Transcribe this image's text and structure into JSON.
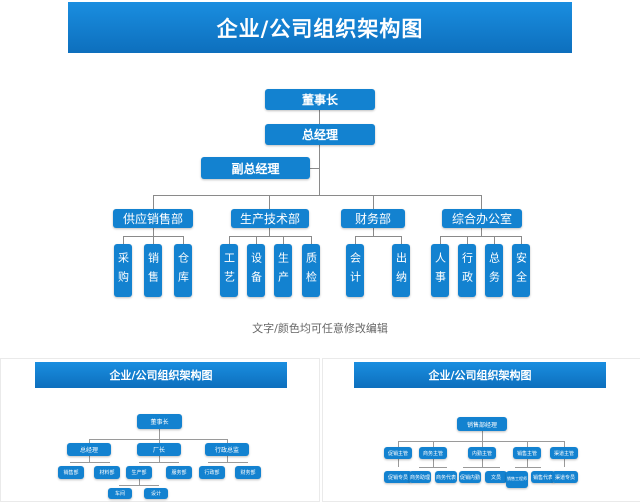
{
  "main": {
    "title": "企业/公司组织架构图",
    "chairman": "董事长",
    "general_manager": "总经理",
    "deputy_gm": "副总经理",
    "departments": [
      {
        "name": "供应销售部",
        "units": [
          "采购",
          "销售",
          "仓库"
        ]
      },
      {
        "name": "生产技术部",
        "units": [
          "工艺",
          "设备",
          "生产",
          "质检"
        ]
      },
      {
        "name": "财务部",
        "units": [
          "会计",
          "出纳"
        ]
      },
      {
        "name": "综合办公室",
        "units": [
          "人事",
          "行政",
          "总务",
          "安全"
        ]
      }
    ],
    "note": "文字/颜色均可任意修改编辑"
  },
  "thumb_left": {
    "title": "企业/公司组织架构图",
    "root": "董事长",
    "branches": [
      {
        "name": "总经理",
        "children": [
          "销售部",
          "材料部"
        ]
      },
      {
        "name": "厂长",
        "children": [
          "生产部",
          "服务部"
        ],
        "sub": [
          "车间",
          "设计"
        ]
      },
      {
        "name": "行政总监",
        "children": [
          "行政部",
          "财务部"
        ]
      }
    ]
  },
  "thumb_right": {
    "title": "企业/公司组织架构图",
    "root": "销售部经理",
    "supervisors": [
      "促销主管",
      "商务主管",
      "内勤主管",
      "销售主管",
      "渠道主管"
    ],
    "staff": [
      "促销专员",
      "商务助理",
      "商务代表",
      "促销内勤",
      "文员",
      "销售工程师",
      "销售代表",
      "渠道专员"
    ]
  },
  "colors": {
    "primary": "#1382d0",
    "banner": "#0d6fbd",
    "line": "#8a8a8a",
    "note": "#666666"
  }
}
